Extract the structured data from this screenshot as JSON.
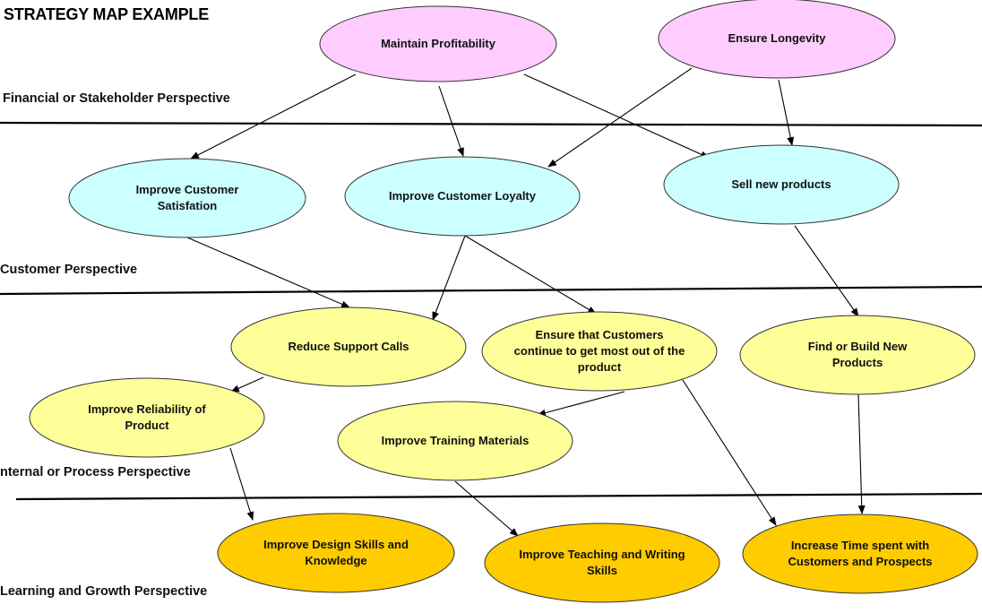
{
  "title": "STRATEGY MAP EXAMPLE",
  "perspectives": [
    {
      "id": "financial",
      "label": "Financial or Stakeholder Perspective"
    },
    {
      "id": "customer",
      "label": "Customer Perspective"
    },
    {
      "id": "internal",
      "label": "nternal or Process Perspective"
    },
    {
      "id": "learning",
      "label": "Learning and Growth Perspective"
    }
  ],
  "colors": {
    "financial": "#ffccff",
    "customer": "#ccffff",
    "internal": "#ffff99",
    "learning": "#ffcc00",
    "stroke": "#000000"
  },
  "nodes": [
    {
      "id": "profitability",
      "label": "Maintain Profitability",
      "level": "financial"
    },
    {
      "id": "longevity",
      "label": "Ensure Longevity",
      "level": "financial"
    },
    {
      "id": "satisfaction",
      "label": "Improve Customer Satisfation",
      "level": "customer"
    },
    {
      "id": "loyalty",
      "label": "Improve Customer Loyalty",
      "level": "customer"
    },
    {
      "id": "sell_new",
      "label": "Sell new products",
      "level": "customer"
    },
    {
      "id": "support_calls",
      "label": "Reduce Support Calls",
      "level": "internal"
    },
    {
      "id": "get_most",
      "label": "Ensure that Customers continue to get most out of the product",
      "level": "internal"
    },
    {
      "id": "build_new",
      "label": "Find or Build New Products",
      "level": "internal"
    },
    {
      "id": "reliability",
      "label": "Improve Reliability of Product",
      "level": "internal"
    },
    {
      "id": "training",
      "label": "Improve Training Materials",
      "level": "internal"
    },
    {
      "id": "design_skills",
      "label": "Improve Design Skills and Knowledge",
      "level": "learning"
    },
    {
      "id": "teaching",
      "label": "Improve Teaching and Writing Skills",
      "level": "learning"
    },
    {
      "id": "time_customers",
      "label": "Increase Time spent with Customers and Prospects",
      "level": "learning"
    }
  ],
  "edges": [
    {
      "from": "profitability",
      "to": "satisfaction"
    },
    {
      "from": "profitability",
      "to": "loyalty"
    },
    {
      "from": "profitability",
      "to": "sell_new"
    },
    {
      "from": "longevity",
      "to": "loyalty"
    },
    {
      "from": "longevity",
      "to": "sell_new"
    },
    {
      "from": "satisfaction",
      "to": "support_calls"
    },
    {
      "from": "loyalty",
      "to": "support_calls"
    },
    {
      "from": "loyalty",
      "to": "get_most"
    },
    {
      "from": "sell_new",
      "to": "build_new"
    },
    {
      "from": "support_calls",
      "to": "reliability"
    },
    {
      "from": "get_most",
      "to": "training"
    },
    {
      "from": "get_most",
      "to": "time_customers"
    },
    {
      "from": "build_new",
      "to": "time_customers"
    },
    {
      "from": "reliability",
      "to": "design_skills"
    },
    {
      "from": "training",
      "to": "teaching"
    }
  ]
}
